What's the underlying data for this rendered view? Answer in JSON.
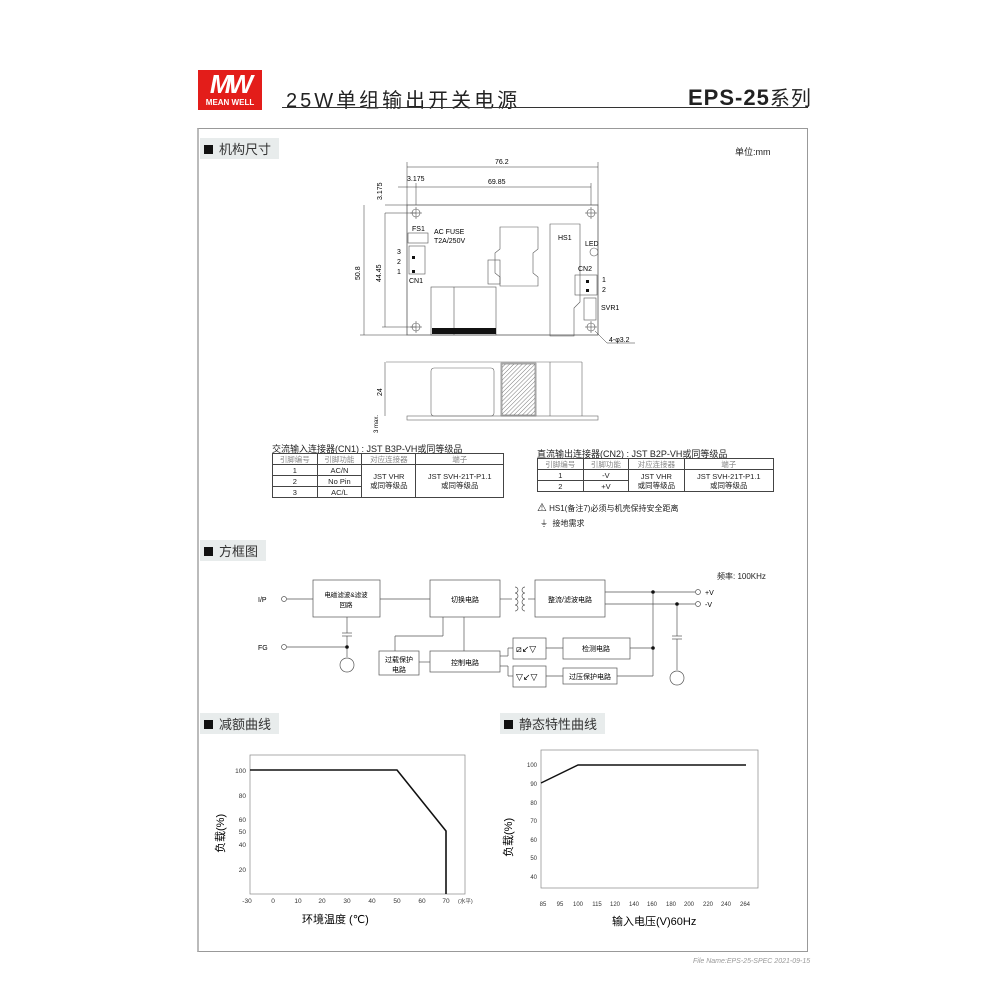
{
  "header": {
    "logo_top": "MW",
    "logo_bottom": "MEAN WELL",
    "title": "25W单组输出开关电源",
    "model": "EPS-25",
    "model_suffix": "系列"
  },
  "mechanical": {
    "section_title": "机构尺寸",
    "unit": "单位:mm",
    "dims": {
      "width_total": "76.2",
      "offset_x": "3.175",
      "hole_span_x": "69.85",
      "offset_y": "3.175",
      "height_total": "50.8",
      "hole_span_y": "44.45",
      "hole_spec": "4-φ3.2",
      "height_side": "24",
      "pin_max": "3 max."
    },
    "labels": {
      "fs1": "FS1",
      "fuse": "AC FUSE",
      "fuse_rating": "T2A/250V",
      "cn1": "CN1",
      "cn1_pins": [
        "3",
        "2",
        "1"
      ],
      "hs1": "HS1",
      "led": "LED",
      "cn2": "CN2",
      "cn2_pins": [
        "1",
        "2"
      ],
      "svr1": "SVR1"
    }
  },
  "cn1_table": {
    "caption": "交流输入连接器(CN1) : JST B3P-VH或同等级品",
    "headers": [
      "引脚编号",
      "引脚功能",
      "对应连接器",
      "端子"
    ],
    "rows": [
      {
        "pin": "1",
        "func": "AC/N"
      },
      {
        "pin": "2",
        "func": "No Pin"
      },
      {
        "pin": "3",
        "func": "AC/L"
      }
    ],
    "mating": "JST VHR",
    "mating_sub": "或同等级品",
    "terminal": "JST SVH-21T-P1.1",
    "terminal_sub": "或同等级品"
  },
  "cn2_table": {
    "caption": "直流输出连接器(CN2) : JST B2P-VH或同等级品",
    "headers": [
      "引脚编号",
      "引脚功能",
      "对应连接器",
      "端子"
    ],
    "rows": [
      {
        "pin": "1",
        "func": "-V"
      },
      {
        "pin": "2",
        "func": "+V"
      }
    ],
    "mating": "JST VHR",
    "mating_sub": "或同等级品",
    "terminal": "JST SVH-21T-P1.1",
    "terminal_sub": "或同等级品"
  },
  "notes": {
    "warning": "HS1(备注7)必须与机壳保持安全距离",
    "ground": "接地需求"
  },
  "block_diagram": {
    "section_title": "方框图",
    "frequency": "频率: 100KHz",
    "ip": "I/P",
    "fg": "FG",
    "emi_filter": "电磁滤波&滤波",
    "emi_filter_2": "回路",
    "switching": "切换电路",
    "rectifier": "整流/滤波电路",
    "overload": "过载保护",
    "overload_2": "电路",
    "control": "控制电路",
    "detection": "检测电路",
    "ovp": "过压保护电路",
    "plus_v": "+V",
    "minus_v": "-V"
  },
  "derating": {
    "section_title": "减额曲线",
    "xlabel": "环境温度 (℃)",
    "ylabel": "负载(%)",
    "x_note": "(水平)"
  },
  "static": {
    "section_title": "静态特性曲线",
    "xlabel": "输入电压(V)60Hz",
    "ylabel": "负载(%)"
  },
  "footer": {
    "file": "File Name:EPS-25-SPEC   2021-09-15"
  },
  "chart_data": [
    {
      "type": "line",
      "title": "减额曲线",
      "xlabel": "环境温度 (℃)",
      "ylabel": "负载(%)",
      "x_ticks": [
        "-30",
        "0",
        "10",
        "20",
        "30",
        "40",
        "50",
        "60",
        "70"
      ],
      "y_ticks": [
        "20",
        "40",
        "50",
        "60",
        "80",
        "100"
      ],
      "x": [
        -30,
        50,
        70,
        70
      ],
      "y": [
        100,
        100,
        50,
        0
      ],
      "xlim": [
        -30,
        75
      ],
      "ylim": [
        0,
        110
      ],
      "annotation": "(水平)"
    },
    {
      "type": "line",
      "title": "静态特性曲线",
      "xlabel": "输入电压(V)60Hz",
      "ylabel": "负载(%)",
      "x_ticks": [
        "85",
        "95",
        "100",
        "115",
        "120",
        "140",
        "160",
        "180",
        "200",
        "220",
        "240",
        "264"
      ],
      "y_ticks": [
        "40",
        "50",
        "60",
        "70",
        "80",
        "90",
        "100"
      ],
      "x": [
        85,
        100,
        264
      ],
      "y": [
        90,
        100,
        100
      ],
      "ylim": [
        30,
        105
      ]
    }
  ]
}
